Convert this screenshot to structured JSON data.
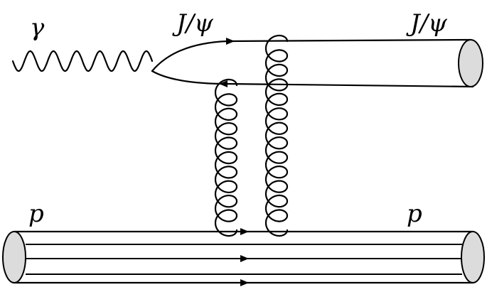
{
  "labels": {
    "photon": "γ",
    "jpsi_left": "J/ψ",
    "jpsi_right": "J/ψ",
    "proton_left": "p",
    "proton_right": "p"
  },
  "colors": {
    "line": "#000000",
    "cap_fill": "#dcdcdc",
    "background": "#ffffff"
  }
}
